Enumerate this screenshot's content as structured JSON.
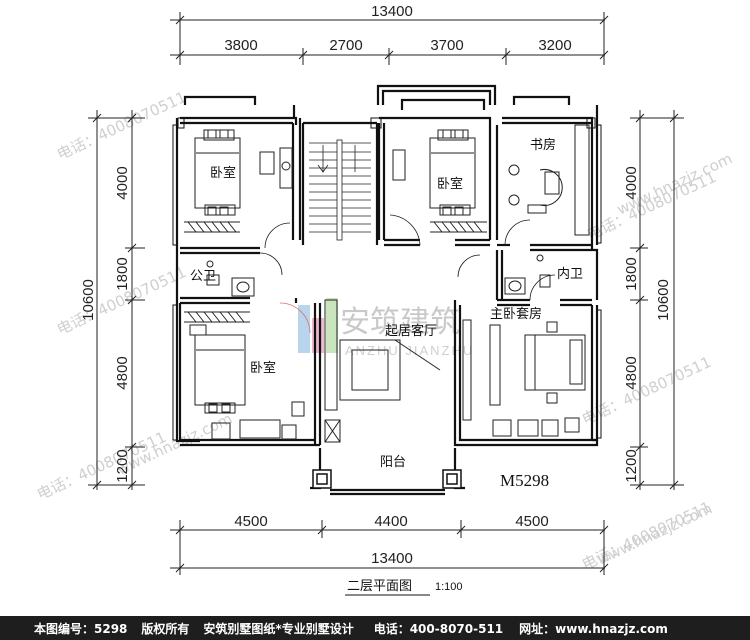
{
  "dimensions": {
    "top_total": "13400",
    "top_segments": [
      "3800",
      "2700",
      "3700",
      "3200"
    ],
    "bottom_total": "13400",
    "bottom_segments": [
      "4500",
      "4400",
      "4500"
    ],
    "left_total": "10600",
    "left_segments": [
      "4000",
      "1800",
      "4800",
      "1200"
    ],
    "right_total": "10600",
    "right_segments": [
      "4000",
      "1800",
      "4800",
      "1200"
    ]
  },
  "rooms": {
    "bedroom_nw": "卧室",
    "bedroom_n": "卧室",
    "study": "书房",
    "public_bath": "公卫",
    "bedroom_sw": "卧室",
    "living": "起居客厅",
    "inner_bath": "内卫",
    "master_suite": "主卧套房",
    "balcony": "阳台"
  },
  "watermark": {
    "brand": "安筑建筑",
    "brand_latin": "ANZHU JIANZHU",
    "diagonal_text": [
      "电话：4008070511",
      "www.hnazjz.com"
    ]
  },
  "plan_code": "M5298",
  "plan_title": "二层平面图",
  "plan_scale": "1:100",
  "footer": {
    "drawing_no": "本图编号：5298",
    "copyright": "版权所有",
    "slogan": "安筑别墅图纸*专业别墅设计",
    "phone": "电话：400-8070-511",
    "website": "网址：www.hnazjz.com"
  }
}
